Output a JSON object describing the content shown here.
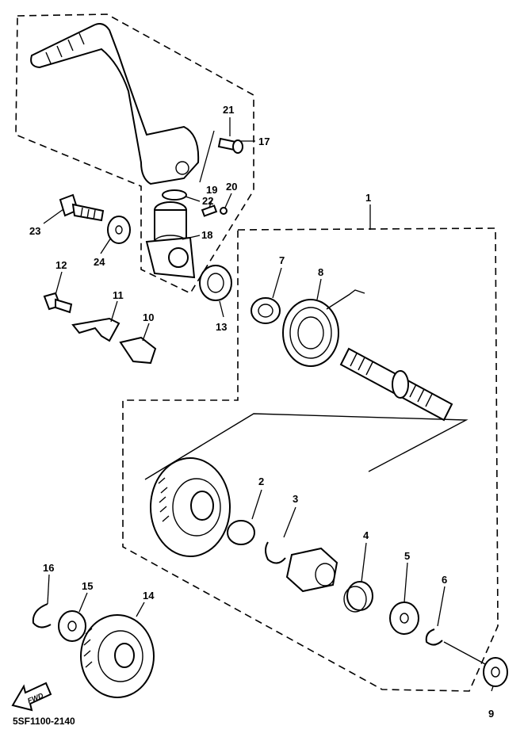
{
  "diagram": {
    "callouts": {
      "c1": "1",
      "c2": "2",
      "c3": "3",
      "c4": "4",
      "c5": "5",
      "c6": "6",
      "c7": "7",
      "c8": "8",
      "c9": "9",
      "c10": "10",
      "c11": "11",
      "c12": "12",
      "c13": "13",
      "c14": "14",
      "c15": "15",
      "c16": "16",
      "c17": "17",
      "c18": "18",
      "c19": "19",
      "c20": "20",
      "c21": "21",
      "c22": "22",
      "c23": "23",
      "c24": "24"
    },
    "fwd_label": "FWD",
    "drawing_code": "5SF1100-2140"
  }
}
